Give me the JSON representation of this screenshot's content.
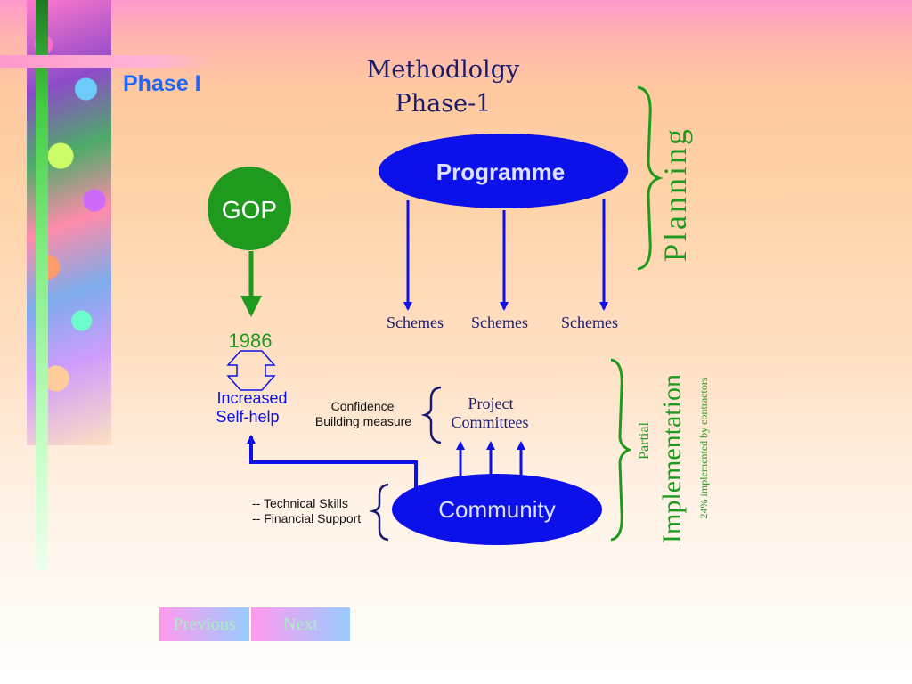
{
  "slide": {
    "phase_label": "Phase I",
    "title_line1": "Methodlolgy",
    "title_line2": "Phase-1"
  },
  "diagram": {
    "gop": "GOP",
    "programme": "Programme",
    "schemes": [
      "Schemes",
      "Schemes",
      "Schemes"
    ],
    "year": "1986",
    "increased_line1": "Increased",
    "increased_line2": "Self-help",
    "confidence_line1": "Confidence",
    "confidence_line2": "Building measure",
    "project_line1": "Project",
    "project_line2": "Committees",
    "community": "Community",
    "support_line1": "-- Technical Skills",
    "support_line2": "-- Financial Support",
    "planning": "Planning",
    "partial": "Partial",
    "implementation": "Implementation",
    "implementation_note": "24% implemented by contractors"
  },
  "navigation": {
    "previous": "Previous",
    "next": "Next"
  },
  "colors": {
    "blue": "#0b11e8",
    "green": "#1f9a1f",
    "navy": "#1a1a6e",
    "accent_blue": "#1a66ff"
  }
}
